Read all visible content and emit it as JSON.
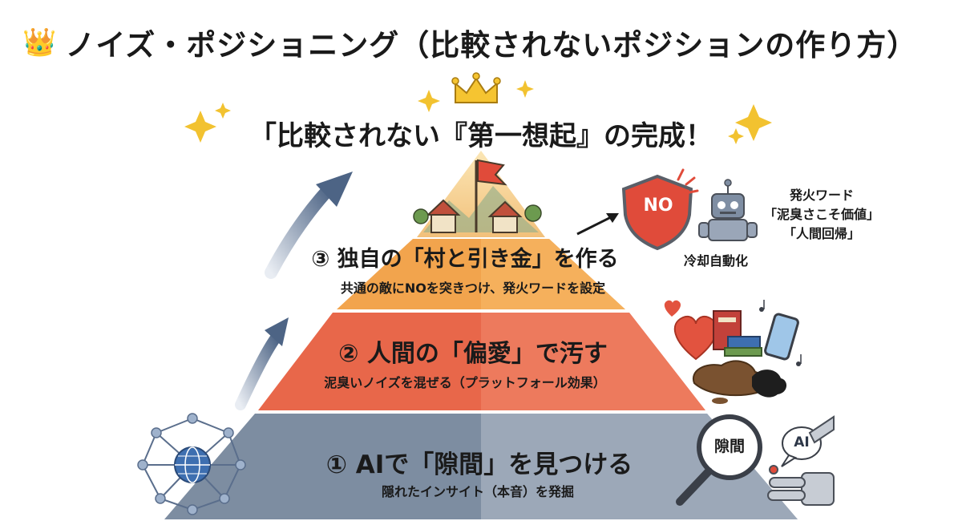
{
  "title": {
    "icon": "crown-emoji",
    "text": "ノイズ・ポジショニング（比較されないポジションの作り方）"
  },
  "peak_text": "「比較されない『第一想起』の完成！",
  "tiers": [
    {
      "level": 1,
      "heading": "① AIで「隙間」を見つける",
      "subheading": "隠れたインサイト（本音）を発掘",
      "color_left": "#7d8da1",
      "color_right": "#a9b4c2"
    },
    {
      "level": 2,
      "heading": "② 人間の「偏愛」で汚す",
      "subheading": "泥臭いノイズを混ぜる（プラットフォール効果）",
      "color_left": "#e8674a",
      "color_right": "#f0876a"
    },
    {
      "level": 3,
      "heading": "③ 独自の「村と引き金」を作る",
      "subheading": "共通の敵にNOを突きつけ、発火ワードを設定",
      "color_left": "#f2a44d",
      "color_right": "#f6b968"
    }
  ],
  "callouts": {
    "no_badge": "NO",
    "cooling_label": "冷却自動化",
    "fire_words": [
      "発火ワード",
      "「泥臭さこそ価値」",
      "「人間回帰」"
    ],
    "gap_lens": "隙間",
    "ai_bubble": "AI"
  },
  "colors": {
    "top_tier": "#f5d79a",
    "arrow": "#5a6e8c",
    "sparkle": "#f2c230",
    "shield": "#e04b3a",
    "robot": "#7f8ea3"
  }
}
